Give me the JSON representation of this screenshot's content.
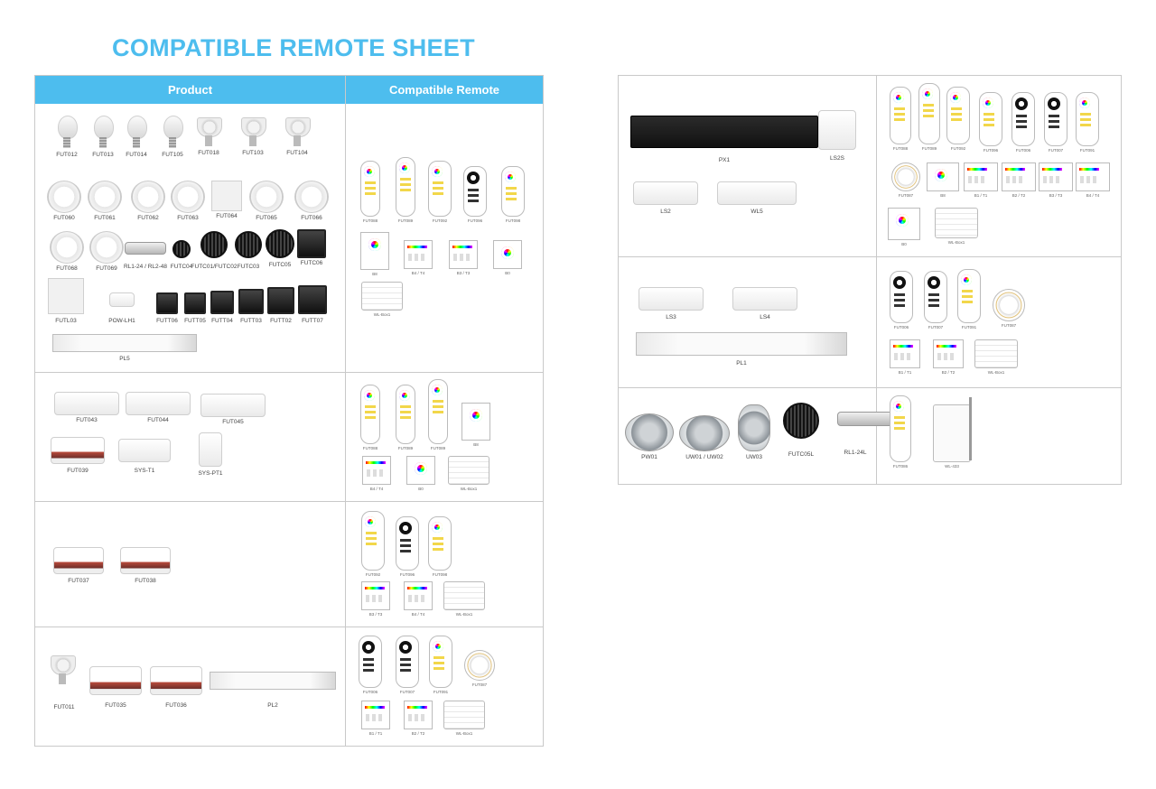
{
  "title": "COMPATIBLE REMOTE SHEET",
  "header": {
    "col1": "Product",
    "col2": "Compatible Remote"
  },
  "colors": {
    "accent": "#4dbdee",
    "border": "#c9c9c9"
  },
  "left": {
    "r1": {
      "p": [
        "FUT012",
        "FUT013",
        "FUT014",
        "FUT105",
        "FUT018",
        "FUT103",
        "FUT104",
        "FUT060",
        "FUT061",
        "FUT062",
        "FUT063",
        "FUT064",
        "FUT065",
        "FUT066",
        "FUT068",
        "FUT069",
        "RL1-24 / RL2-48",
        "FUTC04",
        "FUTC01/FUTC02",
        "FUTC03",
        "FUTC05",
        "FUTC06",
        "FUTL03",
        "POW-LH1",
        "FUTT06",
        "FUTT05",
        "FUTT04",
        "FUTT03",
        "FUTT02",
        "FUTT07",
        "PL5"
      ],
      "r": [
        "FUT088",
        "FUT089",
        "FUT092",
        "FUT096",
        "FUT098",
        "B8",
        "B4 / T4",
        "B3 / T3",
        "B0",
        "WL-Box1"
      ]
    },
    "r2": {
      "p": [
        "FUT043",
        "FUT044",
        "FUT045",
        "FUT039",
        "SYS-T1",
        "SYS-PT1"
      ],
      "r": [
        "FUT088",
        "FUT089",
        "FUT089",
        "B8",
        "B4 / T4",
        "B0",
        "WL-Box1"
      ]
    },
    "r3": {
      "p": [
        "FUT037",
        "FUT038"
      ],
      "r": [
        "FUT092",
        "FUT096",
        "FUT098",
        "B3 / T3",
        "B4 / T4",
        "WL-Box1"
      ]
    },
    "r4": {
      "p": [
        "FUT011",
        "FUT035",
        "FUT036",
        "PL2"
      ],
      "r": [
        "FUT006",
        "FUT007",
        "FUT091",
        "FUT087",
        "B1 / T1",
        "B2 / T2",
        "WL-Box1"
      ]
    }
  },
  "right": {
    "r1": {
      "p": [
        "PX1",
        "LS2S",
        "LS2",
        "WL5"
      ],
      "r": [
        "FUT088",
        "FUT089",
        "FUT092",
        "FUT096",
        "FUT006",
        "FUT007",
        "FUT091",
        "FUT087",
        "B8",
        "B1 / T1",
        "B2 / T2",
        "B3 / T3",
        "B4 / T4",
        "B0",
        "WL-Box1"
      ]
    },
    "r2": {
      "p": [
        "LS3",
        "LS4",
        "PL1"
      ],
      "r": [
        "FUT006",
        "FUT007",
        "FUT091",
        "FUT087",
        "B1 / T1",
        "B2 / T2",
        "WL-Box1"
      ]
    },
    "r3": {
      "p": [
        "PW01",
        "UW01 / UW02",
        "UW03",
        "FUTC05L",
        "RL1-24L"
      ],
      "r": [
        "FUT086",
        "WL-433"
      ]
    }
  }
}
